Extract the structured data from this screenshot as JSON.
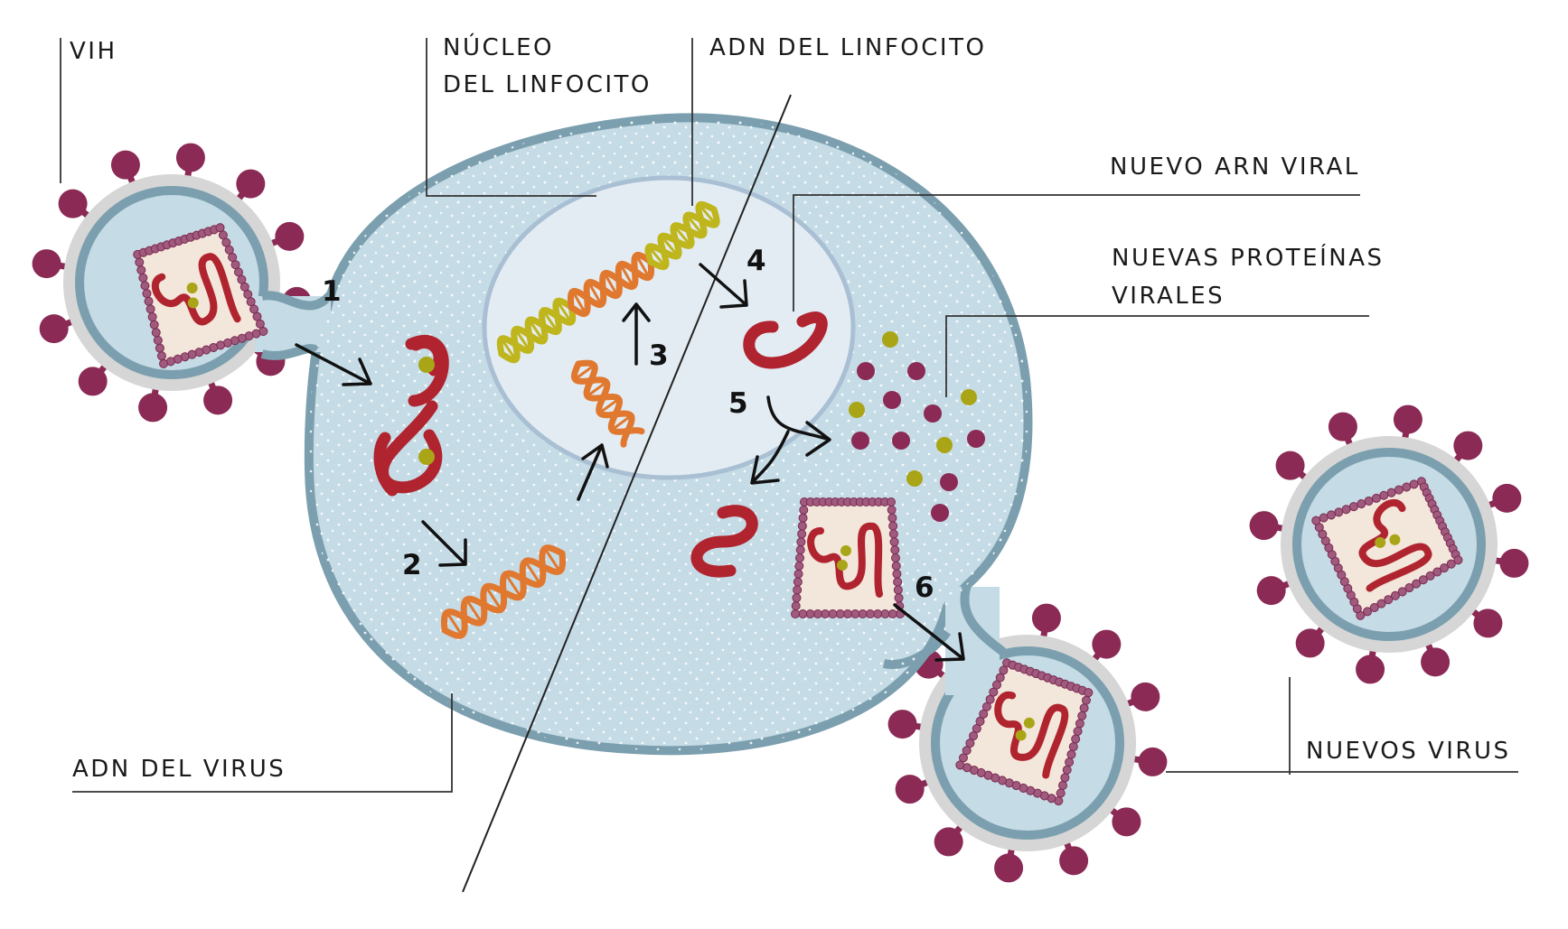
{
  "labels": {
    "vih": "VIH",
    "nucleo_1": "NÚCLEO",
    "nucleo_2": "DEL LINFOCITO",
    "adn_linfocito": "ADN DEL LINFOCITO",
    "nuevo_arn": "NUEVO ARN VIRAL",
    "proteinas_1": "NUEVAS PROTEÍNAS",
    "proteinas_2": "VIRALES",
    "adn_virus": "ADN DEL VIRUS",
    "nuevos_virus": "NUEVOS VIRUS"
  },
  "steps": [
    "1",
    "2",
    "3",
    "4",
    "5",
    "6"
  ],
  "colors": {
    "cell_fill": "#c5dbe6",
    "cell_stroke": "#7b9fae",
    "nucleus_fill": "#e3ecf3",
    "nucleus_stroke": "#a9bfd3",
    "rna": "#b0242f",
    "dna_virus": "#e0782f",
    "dna_host": "#bfb51c",
    "protein_dot": "#8a2a55",
    "enzyme_dot": "#a9a516",
    "spike": "#8a2a55",
    "capsid_fill": "#f3e6da",
    "virus_halo": "#d6d6d6"
  }
}
